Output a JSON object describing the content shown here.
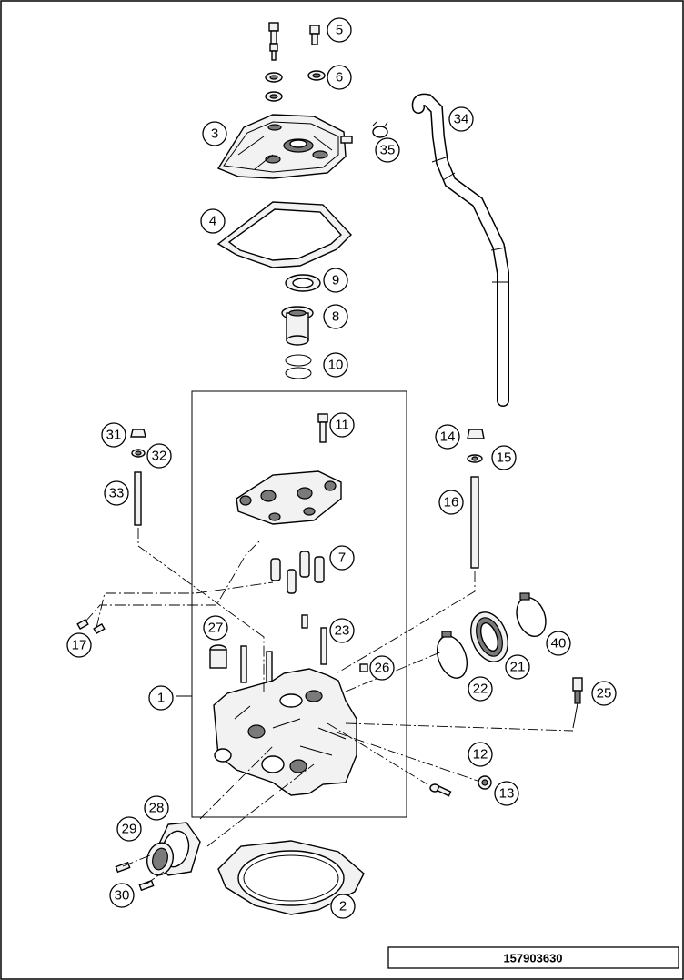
{
  "diagram": {
    "document_number": "157903630",
    "callouts": [
      "1",
      "2",
      "3",
      "4",
      "5",
      "6",
      "7",
      "8",
      "9",
      "10",
      "11",
      "12",
      "13",
      "14",
      "15",
      "16",
      "17",
      "21",
      "22",
      "23",
      "25",
      "26",
      "27",
      "28",
      "29",
      "30",
      "31",
      "32",
      "33",
      "34",
      "35",
      "40"
    ]
  }
}
